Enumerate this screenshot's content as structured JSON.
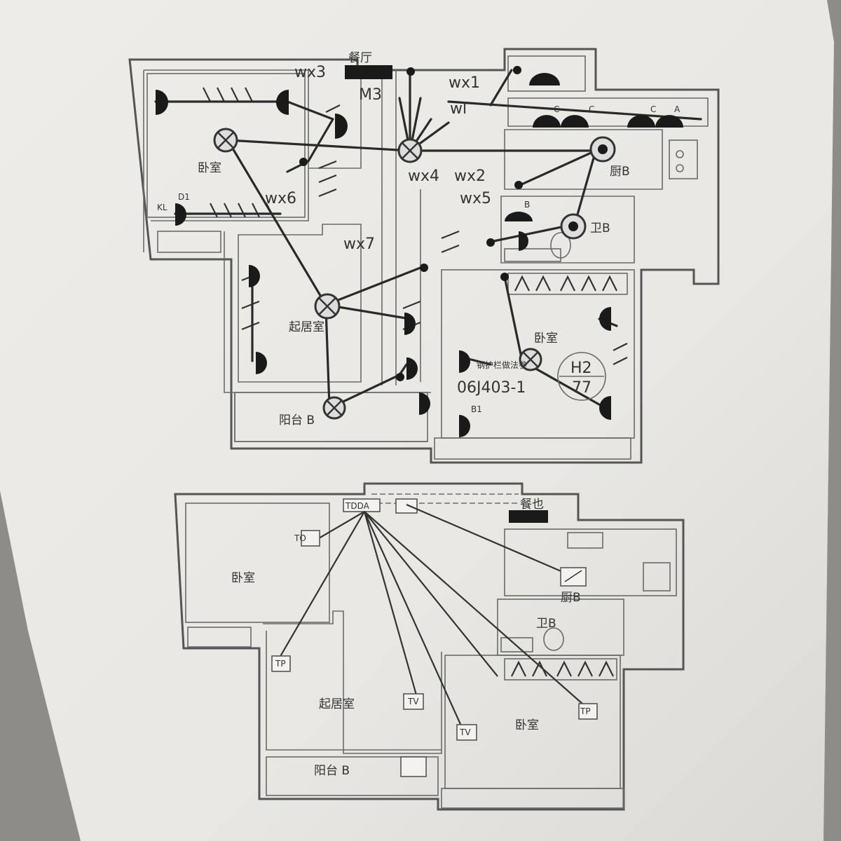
{
  "upper_plan": {
    "rooms": {
      "dining": "餐厅",
      "bedroom_left": "卧室",
      "kitchen": "厨B",
      "bath": "卫B",
      "living": "起居室",
      "bedroom_right": "卧室",
      "balcony": "阳台 B"
    },
    "circuits": [
      "wx3",
      "wx1",
      "wl",
      "wx4",
      "wx2",
      "wx5",
      "wx6",
      "wx7"
    ],
    "door_tag": "M3",
    "tags": {
      "d1": "D1",
      "b": "B",
      "b1": "B1",
      "kl": "KL"
    },
    "note": "钢护栏做法参",
    "std_code": "06J403-1",
    "circle_top": "H2",
    "circle_bottom": "77",
    "cabinet_labels": [
      "C",
      "C",
      "C",
      "A"
    ]
  },
  "lower_plan": {
    "rooms": {
      "bedroom_left": "卧室",
      "living": "起居室",
      "balcony": "阳台 B",
      "kitchen": "厨B",
      "bath": "卫B",
      "bedroom_right": "卧室",
      "top_room": "餐也"
    },
    "outlets": [
      "TO",
      "TP",
      "TV",
      "TV",
      "TP"
    ],
    "panel": "TDDA"
  },
  "colors": {
    "paper": "#f3f1ec",
    "background": "#8e8c89",
    "ink": "#2a2a2a"
  }
}
